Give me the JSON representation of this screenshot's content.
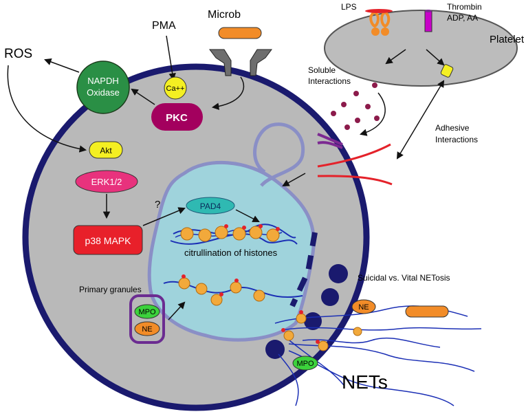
{
  "labels": {
    "ros": "ROS",
    "pma": "PMA",
    "microb": "Microb",
    "lps": "LPS",
    "thrombin": "Thrombin",
    "adp_aa": "ADP, AA",
    "platelet": "Platelet",
    "soluble_line1": "Soluble",
    "soluble_line2": "Interactions",
    "adhesive_line1": "Adhesive",
    "adhesive_line2": "Interactions",
    "napdh_line1": "NAPDH",
    "napdh_line2": "Oxidase",
    "ca": "Ca++",
    "pkc": "PKC",
    "akt": "Akt",
    "erk": "ERK1/2",
    "p38": "p38 MAPK",
    "question": "?",
    "pad4": "PAD4",
    "citrullination": "citrullination of histones",
    "primary_granules": "Primary granules",
    "mpo": "MPO",
    "ne": "NE",
    "netosis": "Suicidal vs. Vital NETosis",
    "nets": "NETs"
  },
  "colors": {
    "cell_fill": "#b9b9b9",
    "cell_border": "#1a1a6e",
    "nucleus": "#9fd3dc",
    "nucleus_border": "#8a8fc6",
    "napdh": "#2a8f45",
    "pkc": "#a3005e",
    "yellow": "#f4ef22",
    "erk": "#e8327d",
    "p38": "#e8202a",
    "pad4": "#2fb9b2",
    "histone": "#f2a93b",
    "dna": "#1b2fb5",
    "mpo": "#3cd23c",
    "ne": "#f28c28",
    "granule_border": "#6b2c91",
    "platelet": "#bcbcbc",
    "receptor": "#7c2a92",
    "soluble_dots": "#8c1b4b",
    "fiber": "#e4222a",
    "microbe": "#f28c28"
  }
}
